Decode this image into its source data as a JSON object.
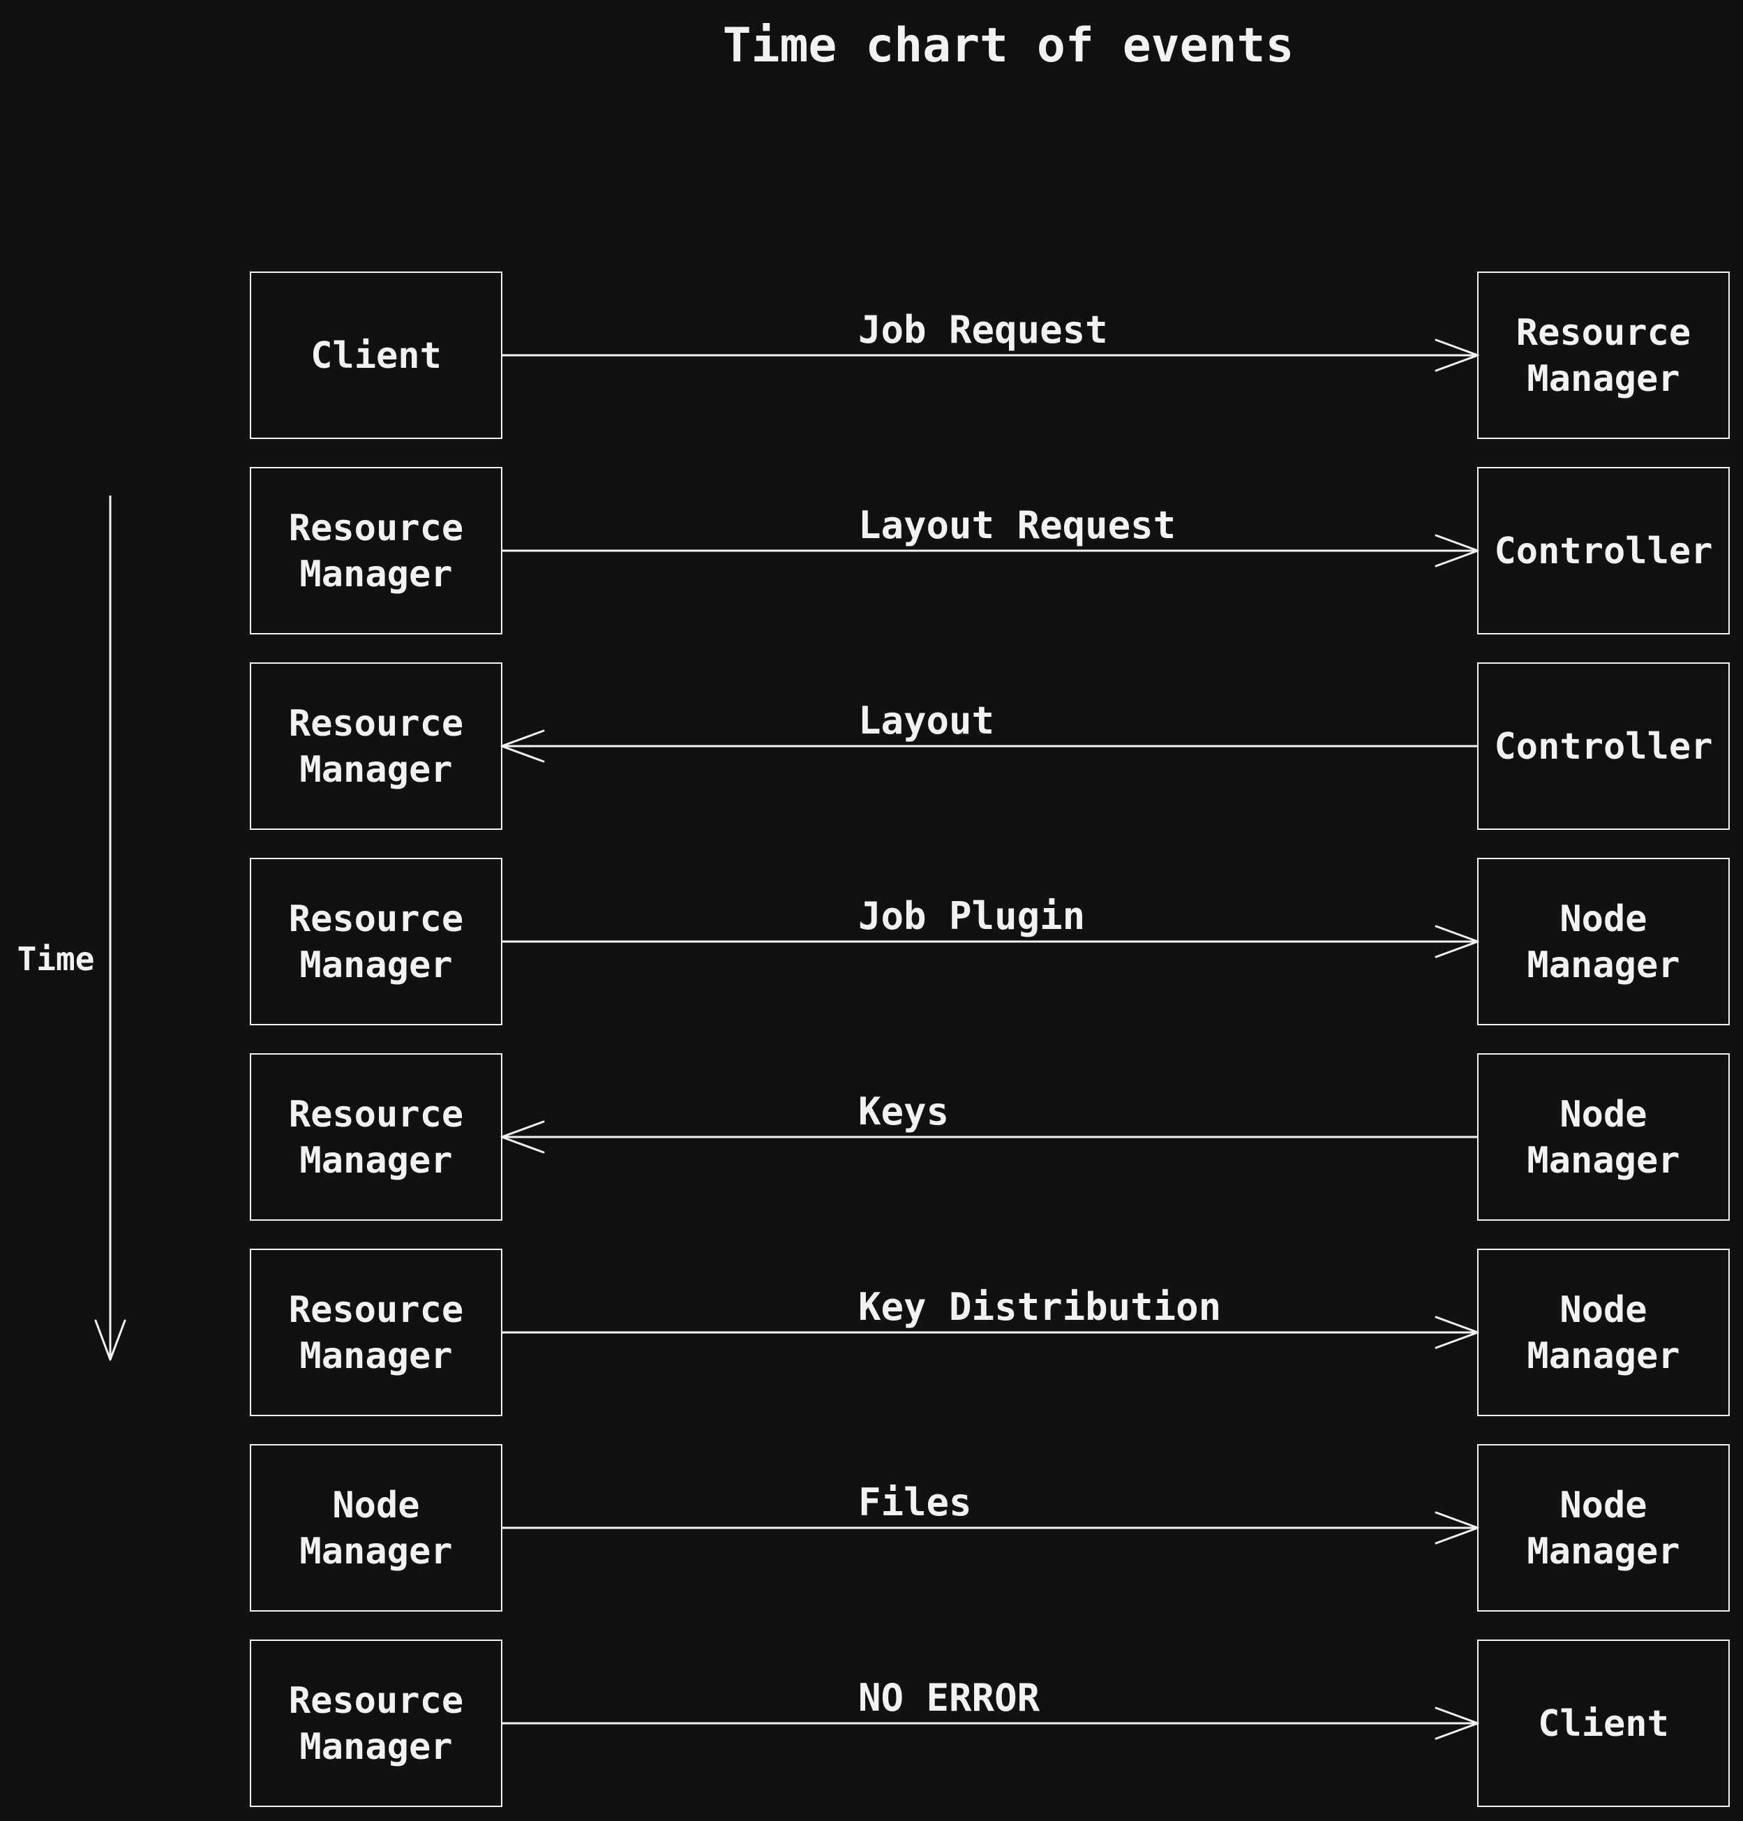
{
  "title": "Time chart of events",
  "time_axis": {
    "label": "Time",
    "direction": "down"
  },
  "colors": {
    "background": "#111111",
    "foreground": "#f2f2f2"
  },
  "events": [
    {
      "from": [
        "Client"
      ],
      "to": [
        "Resource",
        "Manager"
      ],
      "label": "Job Request",
      "direction": "right"
    },
    {
      "from": [
        "Resource",
        "Manager"
      ],
      "to": [
        "Controller"
      ],
      "label": "Layout Request",
      "direction": "right"
    },
    {
      "from": [
        "Resource",
        "Manager"
      ],
      "to": [
        "Controller"
      ],
      "label": "Layout",
      "direction": "left"
    },
    {
      "from": [
        "Resource",
        "Manager"
      ],
      "to": [
        "Node",
        "Manager"
      ],
      "label": "Job Plugin",
      "direction": "right"
    },
    {
      "from": [
        "Resource",
        "Manager"
      ],
      "to": [
        "Node",
        "Manager"
      ],
      "label": "Keys",
      "direction": "left"
    },
    {
      "from": [
        "Resource",
        "Manager"
      ],
      "to": [
        "Node",
        "Manager"
      ],
      "label": "Key Distribution",
      "direction": "right"
    },
    {
      "from": [
        "Node",
        "Manager"
      ],
      "to": [
        "Node",
        "Manager"
      ],
      "label": "Files",
      "direction": "right"
    },
    {
      "from": [
        "Resource",
        "Manager"
      ],
      "to": [
        "Client"
      ],
      "label": "NO ERROR",
      "direction": "right"
    }
  ]
}
